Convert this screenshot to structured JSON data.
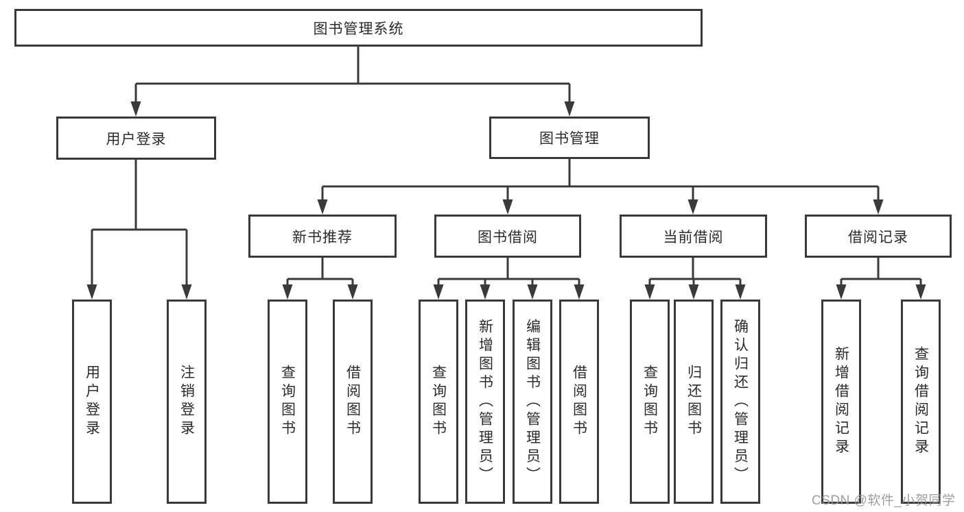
{
  "diagram": {
    "root": {
      "label": "图书管理系统"
    },
    "level2": [
      {
        "label": "用户登录"
      },
      {
        "label": "图书管理"
      }
    ],
    "level3": [
      {
        "label": "新书推荐"
      },
      {
        "label": "图书借阅"
      },
      {
        "label": "当前借阅"
      },
      {
        "label": "借阅记录"
      }
    ],
    "leaves": [
      {
        "label": "用户登录"
      },
      {
        "label": "注销登录"
      },
      {
        "label": "查询图书"
      },
      {
        "label": "借阅图书"
      },
      {
        "label": "查询图书"
      },
      {
        "label": "新增图书（管理员）"
      },
      {
        "label": "编辑图书（管理员）"
      },
      {
        "label": "借阅图书"
      },
      {
        "label": "查询图书"
      },
      {
        "label": "归还图书"
      },
      {
        "label": "确认归还（管理员）"
      },
      {
        "label": "新增借阅记录"
      },
      {
        "label": "查询借阅记录"
      }
    ]
  },
  "watermark": {
    "text": "CSDN @软件_小贺同学"
  },
  "colors": {
    "line": "#3a3a3a",
    "box_border": "#3a3a3a",
    "text": "#2b2b2b",
    "watermark": "#969696",
    "background": "#ffffff"
  }
}
